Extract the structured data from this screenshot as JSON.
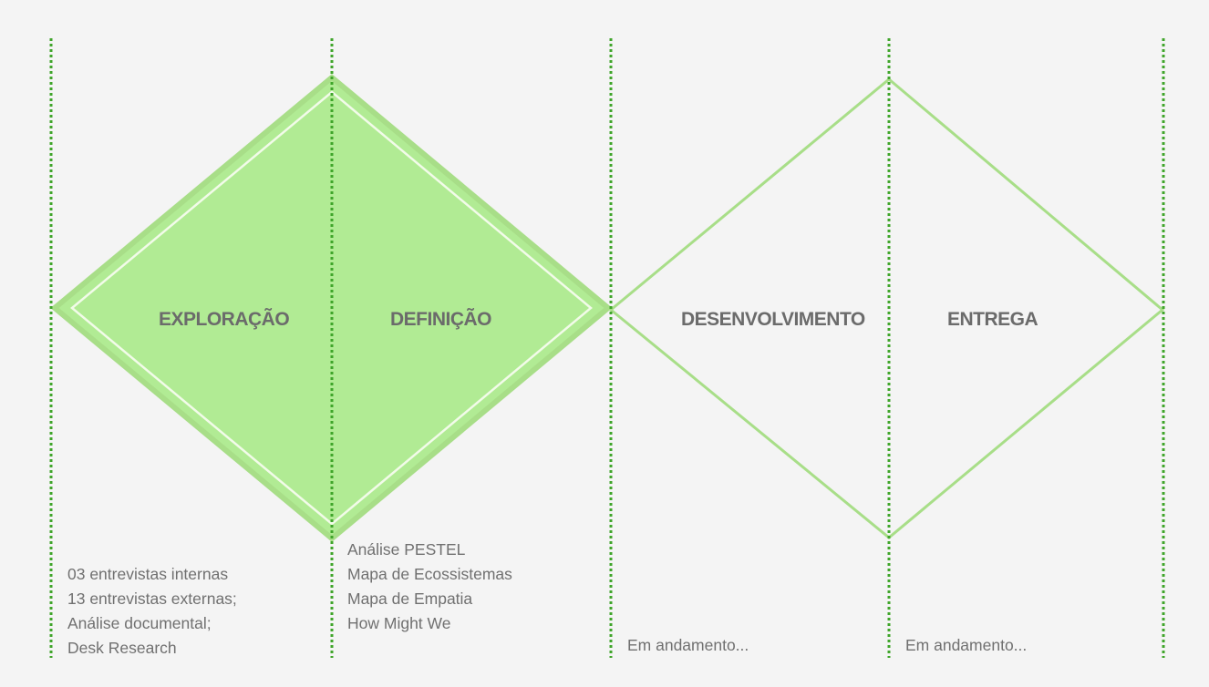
{
  "colors": {
    "background": "#f4f4f4",
    "diamond_fill": "#b1eb94",
    "diamond_stroke": "#a8de88",
    "diamond_inner_stroke": "#f2fbe9",
    "separator": "#3fa52a",
    "title_text": "#6b6b6b",
    "body_text": "#707070"
  },
  "phases": [
    {
      "title": "EXPLORAÇÃO",
      "items": [
        "03 entrevistas internas",
        "13 entrevistas externas;",
        "Análise documental;",
        "Desk Research"
      ]
    },
    {
      "title": "DEFINIÇÃO",
      "items": [
        "Análise PESTEL",
        "Mapa de Ecossistemas",
        "Mapa de Empatia",
        "How Might We"
      ]
    },
    {
      "title": "DESENVOLVIMENTO",
      "items": [
        "Em andamento..."
      ]
    },
    {
      "title": "ENTREGA",
      "items": [
        "Em andamento..."
      ]
    }
  ]
}
